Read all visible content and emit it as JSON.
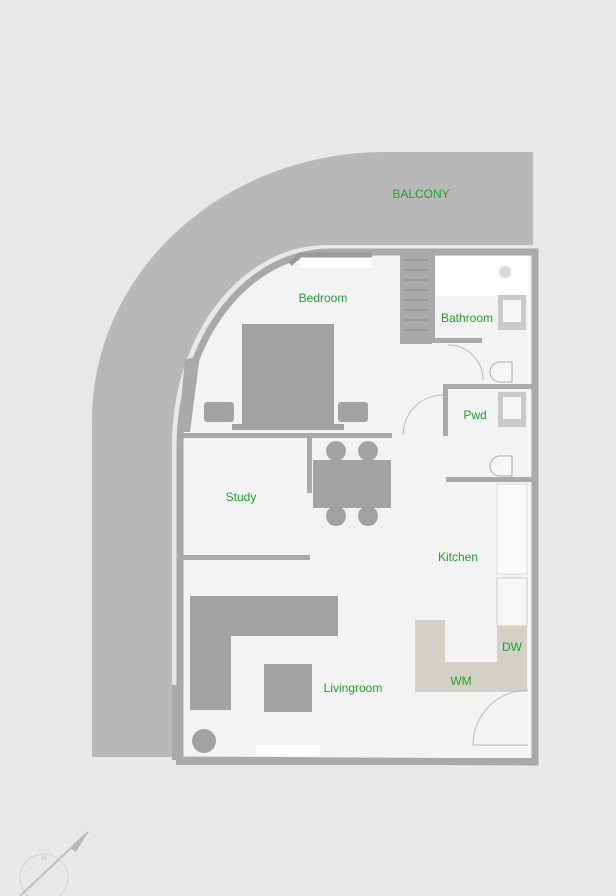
{
  "colors": {
    "background": "#e8e8e8",
    "balcony": "#b8b8b8",
    "interior": "#f3f3f3",
    "wall": "#a9a9a9",
    "furniture": "#9e9e9e",
    "counter": "#d3d0c6",
    "label": "#1fa32a"
  },
  "rooms": {
    "balcony": "BALCONY",
    "bedroom": "Bedroom",
    "bathroom": "Bathroom",
    "pwd": "Pwd",
    "study": "Study",
    "kitchen": "Kitchen",
    "livingroom": "Livingroom",
    "dw": "DW",
    "wm": "WM"
  },
  "compass": {
    "north": "N"
  }
}
